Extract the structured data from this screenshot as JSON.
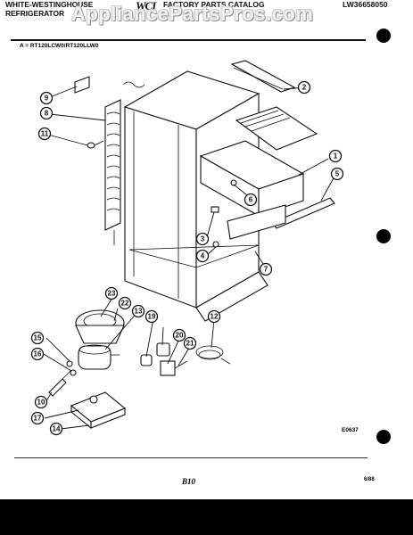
{
  "header": {
    "brand_line1": "WHITE-WESTINGHOUSE",
    "brand_line2": "REFRIGERATOR",
    "logo": "WCI",
    "catalog_title": "FACTORY PARTS CATALOG",
    "catalog_code": "LW36658050"
  },
  "watermark": "AppliancePartsPros.com",
  "models_line": "A = RT120LCW0/RT120LLW0",
  "diagram": {
    "code": "E0637",
    "callouts": [
      "1",
      "2",
      "3",
      "4",
      "5",
      "6",
      "7",
      "8",
      "9",
      "10",
      "11",
      "12",
      "13",
      "14",
      "15",
      "16",
      "17",
      "19",
      "20",
      "21",
      "22",
      "23"
    ]
  },
  "footer": {
    "page": "B10",
    "date": "6/88"
  }
}
